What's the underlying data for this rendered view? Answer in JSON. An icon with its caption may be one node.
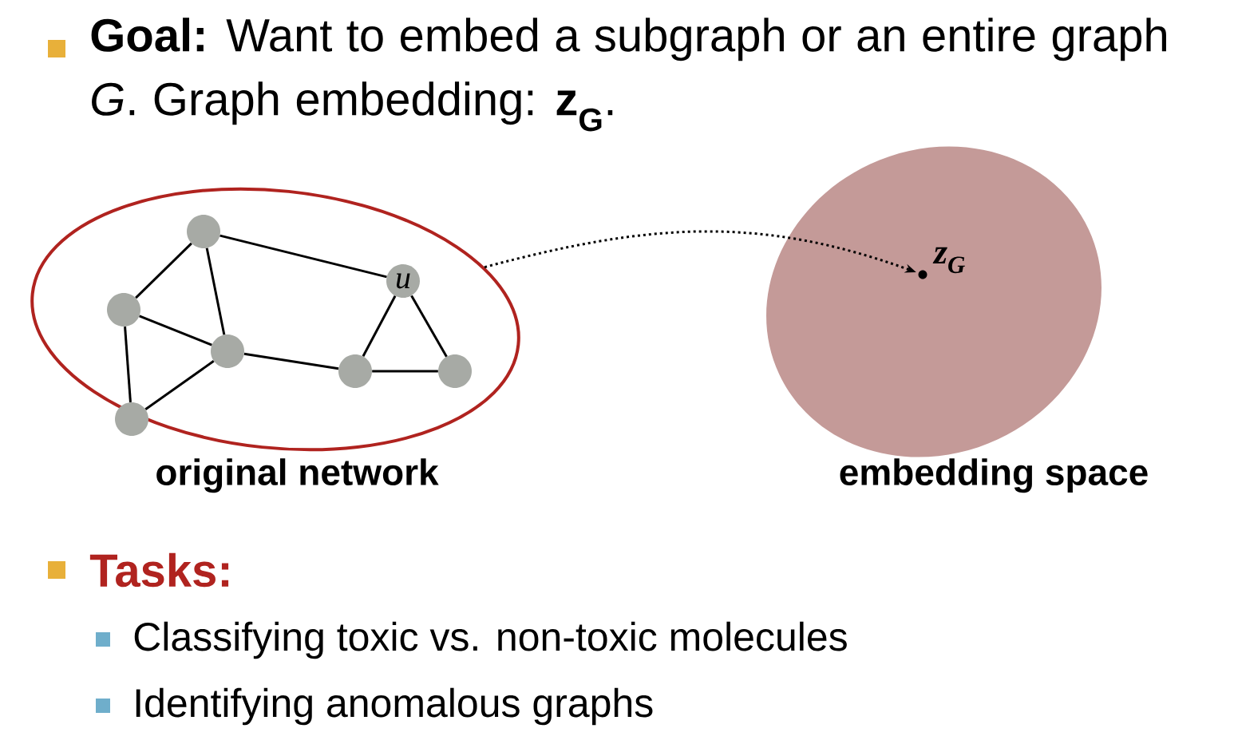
{
  "diagram": {
    "nodes": [
      {
        "text": [],
        "shape": "ellipse",
        "beside": [
          "original network"
        ]
      },
      {
        "text": [],
        "shape": "circle",
        "in": 0
      },
      {
        "text": [],
        "shape": "circle",
        "in": 0
      },
      {
        "text": [
          "u"
        ],
        "in": 0
      },
      {
        "text": [],
        "shape": "circle",
        "in": 0
      },
      {
        "text": [],
        "shape": "circle",
        "in": 0
      },
      {
        "text": [],
        "shape": "circle",
        "in": 0
      },
      {
        "text": [],
        "shape": "circle",
        "in": 0
      },
      {
        "text": [],
        "shape": "ellipse",
        "beside": [
          "embedding space"
        ]
      },
      {
        "text": [],
        "shape": "circle",
        "in": 8,
        "beside": [
          "z$_{G}$"
        ]
      }
    ],
    "edges": [
      {
        "from": 1,
        "to": 2,
        "arrow": "none"
      },
      {
        "from": 1,
        "to": 4,
        "arrow": "none"
      },
      {
        "from": 1,
        "to": 3,
        "arrow": "none"
      },
      {
        "from": 2,
        "to": 4,
        "arrow": "none"
      },
      {
        "from": 2,
        "to": 7,
        "arrow": "none"
      },
      {
        "from": 4,
        "to": 7,
        "arrow": "none"
      },
      {
        "from": 4,
        "to": 5,
        "arrow": "none"
      },
      {
        "from": 3,
        "to": 5,
        "arrow": "none"
      },
      {
        "from": 3,
        "to": 6,
        "arrow": "none"
      },
      {
        "from": 5,
        "to": 6,
        "arrow": "none"
      },
      {
        "from": 0,
        "to": 9,
        "arrow": "to",
        "style": "dashed"
      }
    ],
    "labels": [
      "**Goal:** Want  to embed a subgraph or an entire graph *G*. Graph embedding: **z$_{G}$**.",
      "Tasks:",
      "Classifying toxic vs. non-toxic molecules",
      "Identifying anomalous graphs"
    ]
  }
}
